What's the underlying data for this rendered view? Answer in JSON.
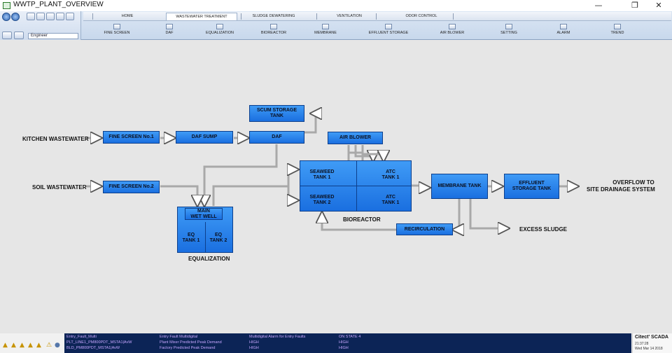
{
  "window": {
    "title": "WWTP_PLANT_OVERVIEW",
    "minimize": "—",
    "restore": "❐",
    "close": "✕"
  },
  "toolbar": {
    "user": "Engineer",
    "menu_tabs": [
      "HOME",
      "WASTEWATER TREATMENT",
      "SLUDGE DEWATERING",
      "VENTILATION",
      "ODOR CONTROL"
    ],
    "sub_items": [
      "FINE SCREEN",
      "DAF",
      "EQUALIZATION",
      "BIOREACTOR",
      "MEMBRANE",
      "EFFLUENT STORAGE",
      "AIR BLOWER",
      "SETTING",
      "ALARM",
      "TREND"
    ]
  },
  "diagram": {
    "inputs": {
      "kitchen": "KITCHEN WASTEWATER",
      "soil": "SOIL WASTEWATER"
    },
    "boxes": {
      "fine_screen_1": "FINE SCREEN No.1",
      "fine_screen_2": "FINE SCREEN No.2",
      "daf_sump": "DAF SUMP",
      "daf": "DAF",
      "scum_tank_l1": "SCUM STORAGE",
      "scum_tank_l2": "TANK",
      "main_wet_well_l1": "MAIN",
      "main_wet_well_l2": "WET WELL",
      "eq_tank_1_l1": "EQ",
      "eq_tank_1_l2": "TANK 1",
      "eq_tank_2_l1": "EQ",
      "eq_tank_2_l2": "TANK 2",
      "air_blower": "AIR BLOWER",
      "seaweed_1_l1": "SEAWEED",
      "seaweed_1_l2": "TANK 1",
      "seaweed_2_l1": "SEAWEED",
      "seaweed_2_l2": "TANK 2",
      "atc_1_l1": "ATC",
      "atc_1_l2": "TANK 1",
      "atc_2_l1": "ATC",
      "atc_2_l2": "TANK 1",
      "membrane_tank": "MEMBRANE TANK",
      "effluent_l1": "EFFLUENT",
      "effluent_l2": "STORAGE TANK",
      "recirculation": "RECIRCULATION"
    },
    "labels": {
      "equalization": "EQUALIZATION",
      "bioreactor": "BIOREACTOR",
      "excess_sludge": "EXCESS SLUDGE",
      "overflow_l1": "OVERFLOW TO",
      "overflow_l2": "SITE DRAINAGE SYSTEM"
    }
  },
  "alarms": {
    "rows": [
      [
        "Entry_Fault_Multi",
        "Entry Fault Multidigital",
        "Multidigital Alarm for Entry Faults",
        "ON STATE 4"
      ],
      [
        "PLT_LINE1_PM800PDT_MSTA1|AvW",
        "Plant Mixer Predicted Peak Demand",
        "HIGH",
        "HIGH"
      ],
      [
        "BLD_PM800PDT_MSTA1|AvW",
        "Factory Predicted Peak Demand",
        "HIGH",
        "HIGH"
      ]
    ]
  },
  "brand": {
    "name": "Citect' SCADA",
    "time": "21:37:28",
    "date": "Wed Mar 14 2018"
  },
  "colors": {
    "box_fill": "#2b86ef",
    "box_border": "#0d3f8c",
    "pipe": "#a9a9a9",
    "alarm_bg": "#0c2456",
    "alarm_text": "#c7a6ff"
  }
}
